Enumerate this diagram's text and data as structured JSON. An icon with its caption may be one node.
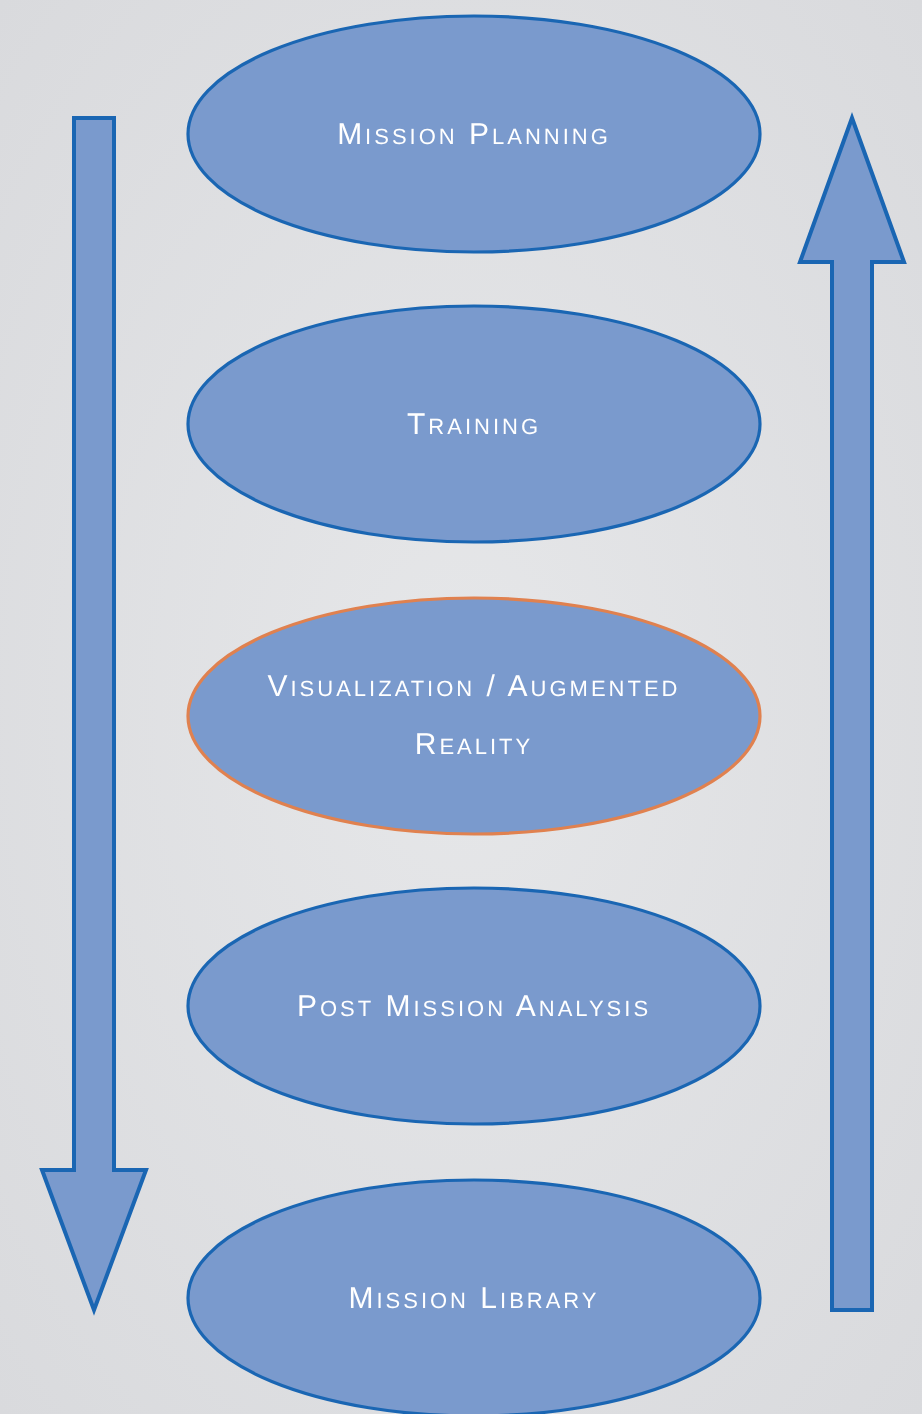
{
  "diagram": {
    "nodes": [
      {
        "text": [
          "Mission Planning"
        ]
      },
      {
        "text": [
          "Training"
        ]
      },
      {
        "text": [
          "Visualization / Augmented Reality"
        ]
      },
      {
        "text": [
          "Post Mission Analysis"
        ]
      },
      {
        "text": [
          "Mission Library"
        ]
      }
    ]
  }
}
